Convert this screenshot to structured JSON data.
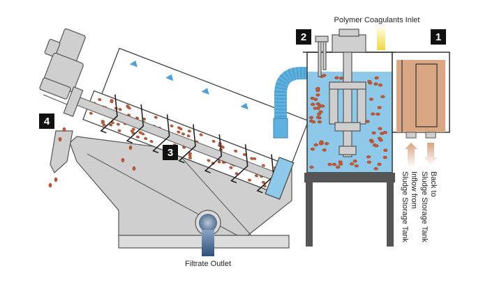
{
  "labels": {
    "polymer_inlet": "Polymer Coagulants Inlet",
    "filtrate_outlet": "Filtrate Outlet",
    "inflow_line1": "Inflow from",
    "inflow_line2": "Sludge Storage Tank",
    "back_line1": "Back to",
    "back_line2": "Sludge Storage Tank"
  },
  "markers": {
    "m1": "1",
    "m2": "2",
    "m3": "3",
    "m4": "4"
  },
  "colors": {
    "tank_water": "#8ec9ea",
    "sludge_tank": "#d9a784",
    "sludge_dots": "#b4593c",
    "steel": "#cfcfcf",
    "frame": "#555555",
    "marker_bg": "#111111",
    "polymer_glow": "#f4e56a",
    "pipe_blue": "#5fb2df",
    "filtrate_outlet": "#4a6c93"
  }
}
